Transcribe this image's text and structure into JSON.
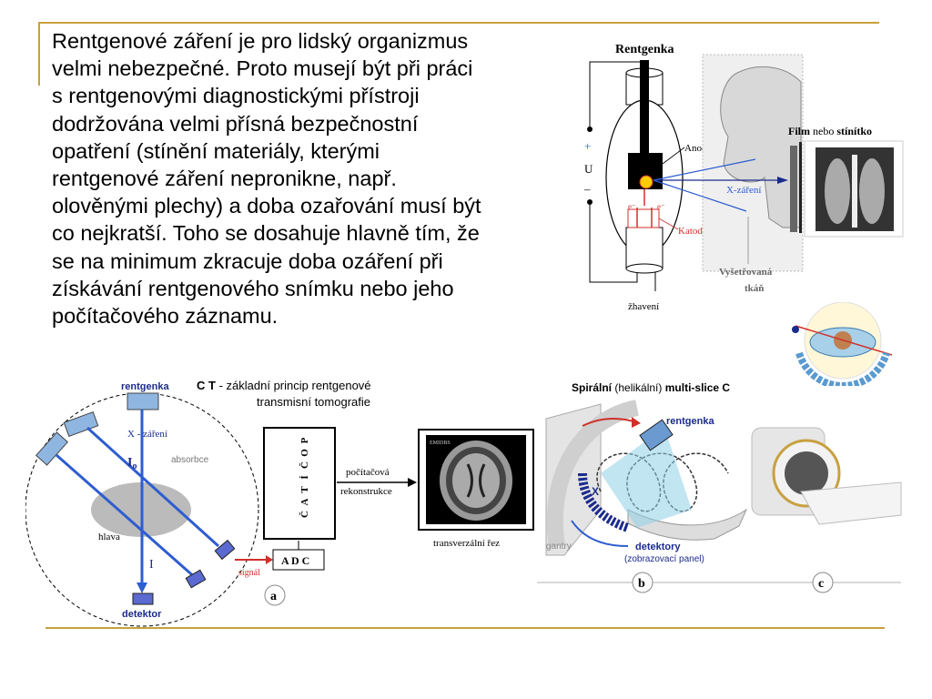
{
  "slide": {
    "paragraph_lines": [
      "Rentgenové záření je pro lidský organizmus",
      "velmi nebezpečné. Proto musejí být při práci",
      "s rentgenovými diagnostickými přístroji",
      "dodržována velmi přísná bezpečnostní",
      "opatření (stínění materiály, kterými",
      "rentgenové záření nepronikne, např.",
      "olověnými plechy) a doba ozařování musí být",
      "co nejkratší. Toho se dosahuje hlavně tím, že",
      "se na minimum zkracuje doba ozáření při",
      "získávání rentgenového snímku nebo jeho",
      "počítačového záznamu."
    ]
  },
  "xray_diagram": {
    "title": "Rentgenka",
    "plus": "+",
    "u": "U",
    "minus": "–",
    "anode": "Anoda",
    "xray": "X-záření",
    "cathode": "Katoda",
    "electron": "e⁻",
    "heating": "žhavení",
    "tissue_line1": "Vyšetřovaná",
    "tissue_line2": "tkáň",
    "film_bold": "Film",
    "film_mid": "nebo",
    "film_end": "stínítko"
  },
  "ct_diagram": {
    "title_ct": "C T",
    "title_dash": "-",
    "title_rest": "základní princip rentgenové",
    "title_line2": "transmisní tomografie",
    "rentgenka": "rentgenka",
    "xray": "X - záření",
    "i0": "I",
    "i0_sub": "o",
    "absorbce": "absorbce",
    "hlava": "hlava",
    "i": "I",
    "detektor": "detektor",
    "signal": "signál",
    "computer_letters": [
      "P",
      "O",
      "Č",
      "Í",
      "T",
      "A",
      "Č"
    ],
    "adc": "A D C",
    "recon_1": "počítačová",
    "recon_2": "rekonstrukce",
    "monitor": "monitor",
    "monitor_small": "EMIDBS",
    "transverse": "transverzální řez",
    "label_a": "a"
  },
  "spiral": {
    "title_bold1": "Spirální",
    "title_paren": "(helikální)",
    "title_bold2": "multi-slice C",
    "rentgenka": "rentgenka",
    "x": "X",
    "gantry": "gantry",
    "detektory": "detektory",
    "panel": "(zobrazovací panel)",
    "label_b": "b",
    "label_c": "c"
  },
  "colors": {
    "accent_line": "#c8a03c",
    "blue": "#2e5dd0",
    "red": "#d0302a",
    "navy": "#1b2b8c"
  }
}
